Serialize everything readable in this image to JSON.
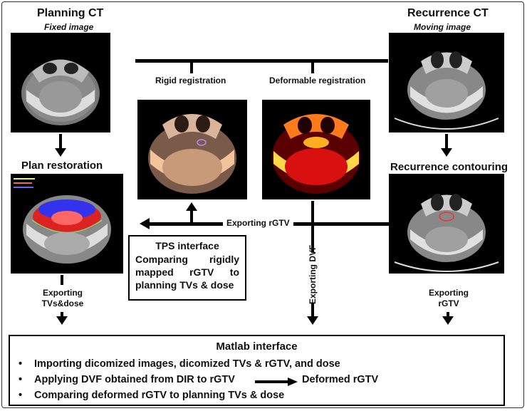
{
  "planning_ct": {
    "title": "Planning CT",
    "subtitle": "Fixed image"
  },
  "recurrence_ct": {
    "title": "Recurrence CT",
    "subtitle": "Moving image"
  },
  "plan_restoration": {
    "title": "Plan restoration"
  },
  "recurrence_contouring": {
    "title": "Recurrence contouring"
  },
  "rigid_registration": {
    "label": "Rigid registration"
  },
  "deformable_registration": {
    "label": "Deformable registration"
  },
  "exporting_rgtv_center": "Exporting rGTV",
  "exporting_dvf": "Exporting DVF",
  "exporting_tvs_dose": {
    "line1": "Exporting",
    "line2": "TVs&dose"
  },
  "exporting_rgtv_right": {
    "line1": "Exporting",
    "line2": "rGTV"
  },
  "tps_interface": {
    "title": "TPS interface",
    "lines": [
      "Comparing rigidly",
      "mapped rGTV to",
      "planning TVs & dose"
    ]
  },
  "matlab_interface": {
    "title": "Matlab interface",
    "bullets": [
      "Importing dicomized images, dicomized TVs & rGTV, and dose",
      "Applying DVF obtained from DIR to rGTV",
      "Comparing deformed rGTV to planning TVs & dose"
    ],
    "arrow_result": "Deformed rGTV"
  }
}
